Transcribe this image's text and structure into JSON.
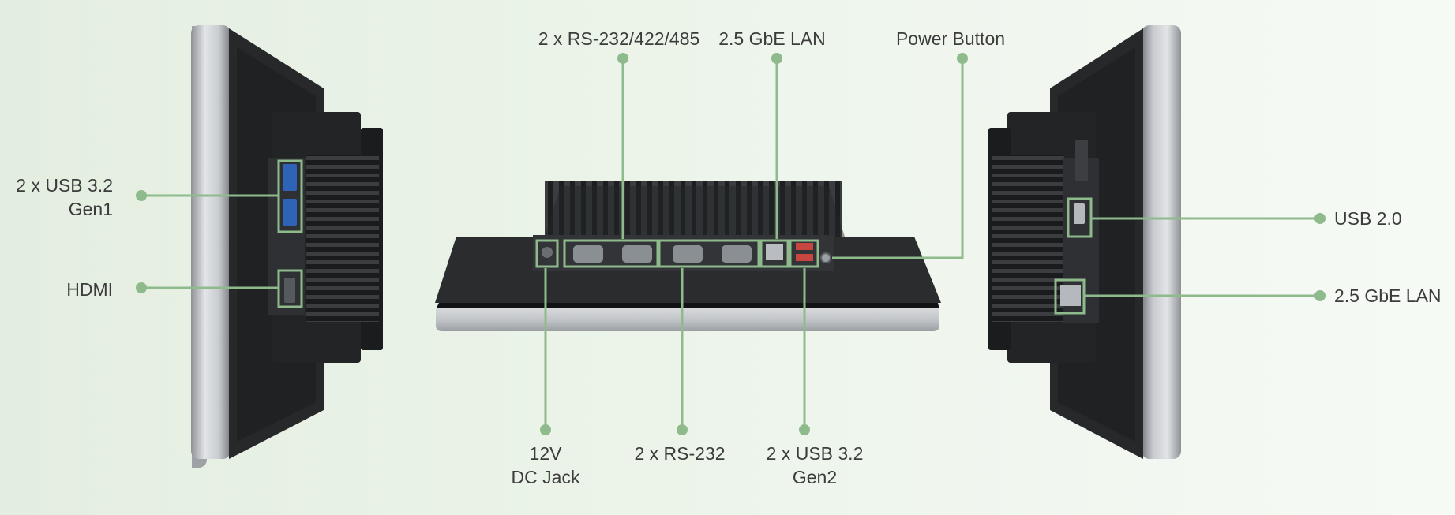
{
  "accent_color": "#8fba8c",
  "callouts": {
    "rs_top": {
      "label": "2 x RS-232/422/485"
    },
    "lan_top": {
      "label": "2.5 GbE LAN"
    },
    "power": {
      "label": "Power Button"
    },
    "usb32_gen1": {
      "line1": "2 x USB 3.2",
      "line2": "Gen1"
    },
    "hdmi": {
      "label": "HDMI"
    },
    "dc_jack": {
      "line1": "12V",
      "line2": "DC Jack"
    },
    "rs232": {
      "label": "2 x RS-232"
    },
    "usb32_gen2": {
      "line1": "2 x USB 3.2",
      "line2": "Gen2"
    },
    "usb20": {
      "label": "USB 2.0"
    },
    "lan_right": {
      "label": "2.5 GbE LAN"
    }
  }
}
